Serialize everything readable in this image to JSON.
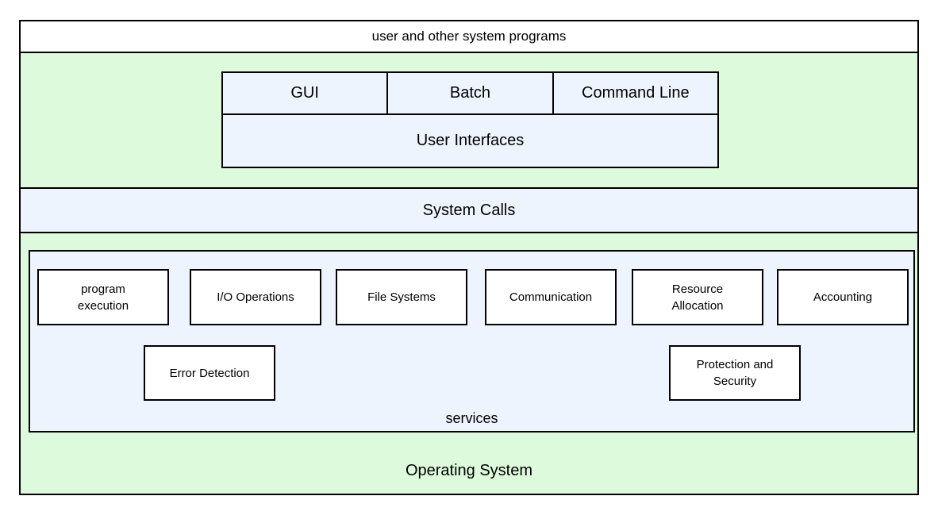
{
  "diagram": {
    "top_band": {
      "label": "user and other system programs"
    },
    "user_interfaces": {
      "columns": [
        "GUI",
        "Batch",
        "Command Line"
      ],
      "label": "User Interfaces"
    },
    "system_calls": {
      "label": "System Calls"
    },
    "services": {
      "row1": [
        "program\nexecution",
        "I/O Operations",
        "File Systems",
        "Communication",
        "Resource\nAllocation",
        "Accounting"
      ],
      "row2": [
        "Error Detection",
        "Protection and\nSecurity"
      ],
      "label": "services"
    },
    "operating_system": {
      "label": "Operating System"
    },
    "colors": {
      "band_green": "#ddfbdc",
      "band_blue": "#eef4fd",
      "box_white": "#ffffff",
      "border": "#000000"
    }
  }
}
